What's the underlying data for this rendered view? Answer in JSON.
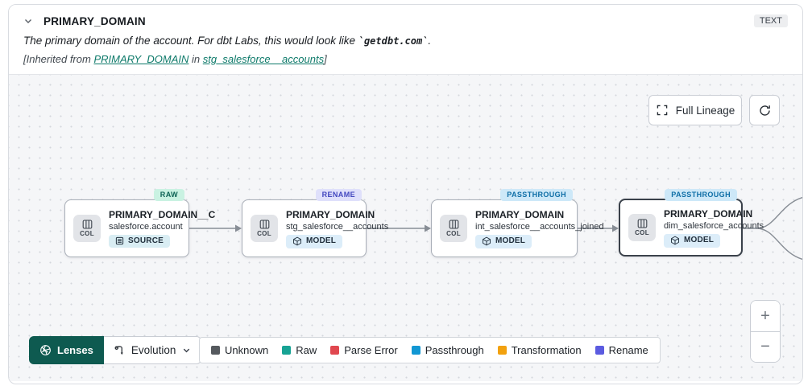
{
  "header": {
    "title": "PRIMARY_DOMAIN",
    "type_badge": "TEXT",
    "description_prefix": "The primary domain of the account. For dbt Labs, this would look like ",
    "description_code": "`getdbt.com`",
    "description_suffix": ".",
    "inherited_prefix": "[Inherited from ",
    "inherited_link_column": "PRIMARY_DOMAIN",
    "inherited_middle": " in ",
    "inherited_link_model": "stg_salesforce__accounts",
    "inherited_suffix": "]"
  },
  "toolbar": {
    "full_lineage_label": "Full Lineage"
  },
  "nodes": [
    {
      "tag": "RAW",
      "title": "PRIMARY_DOMAIN__C",
      "subtitle": "salesforce.account",
      "col_label": "COL",
      "type_label": "SOURCE"
    },
    {
      "tag": "RENAME",
      "title": "PRIMARY_DOMAIN",
      "subtitle": "stg_salesforce__accounts",
      "col_label": "COL",
      "type_label": "MODEL"
    },
    {
      "tag": "PASSTHROUGH",
      "title": "PRIMARY_DOMAIN",
      "subtitle": "int_salesforce__accounts_joined",
      "col_label": "COL",
      "type_label": "MODEL"
    },
    {
      "tag": "PASSTHROUGH",
      "title": "PRIMARY_DOMAIN",
      "subtitle": "dim_salesforce_accounts",
      "col_label": "COL",
      "type_label": "MODEL"
    }
  ],
  "controls": {
    "lenses_label": "Lenses",
    "lens_selected": "Evolution",
    "zoom_in": "+",
    "zoom_out": "−"
  },
  "legend": {
    "items": [
      {
        "label": "Unknown",
        "color": "#55595E"
      },
      {
        "label": "Raw",
        "color": "#17A394"
      },
      {
        "label": "Parse Error",
        "color": "#E0474F"
      },
      {
        "label": "Passthrough",
        "color": "#1297D3"
      },
      {
        "label": "Transformation",
        "color": "#F2A10E"
      },
      {
        "label": "Rename",
        "color": "#5B5BE0"
      }
    ]
  },
  "colors": {
    "lenses_button": "#0E5A50",
    "link": "#0E7A6A",
    "tag_raw_bg": "#C9F2E2",
    "tag_rename_bg": "#DFE0FB",
    "tag_passthrough_bg": "#CDE8F8",
    "canvas_bg": "#F5F6F8",
    "edge": "#878D95"
  }
}
